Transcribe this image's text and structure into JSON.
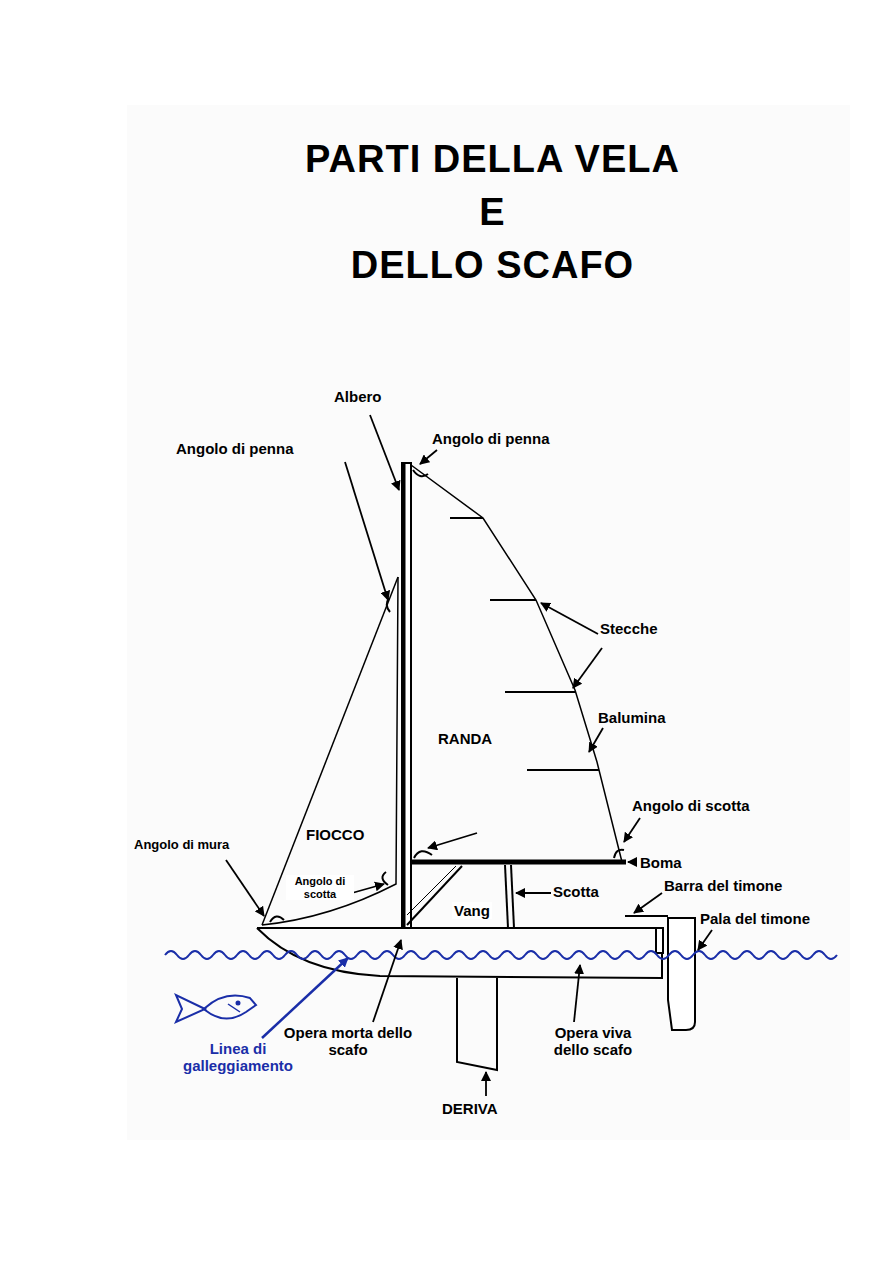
{
  "diagram": {
    "title": "PARTI DELLA VELA E DELLO SCAFO",
    "labels": [
      "Albero",
      "Angolo di penna",
      "Angolo di penna",
      "Stecche",
      "Balumina",
      "RANDA",
      "Angolo di scotta",
      "FIOCCO",
      "Angolo di mura",
      "Angolo di scotta",
      "Boma",
      "Vang",
      "Scotta",
      "Barra del timone",
      "Pala del timone",
      "Linea di galleggiamento",
      "Opera morta dello scafo",
      "Opera viva dello scafo",
      "DERIVA"
    ]
  }
}
